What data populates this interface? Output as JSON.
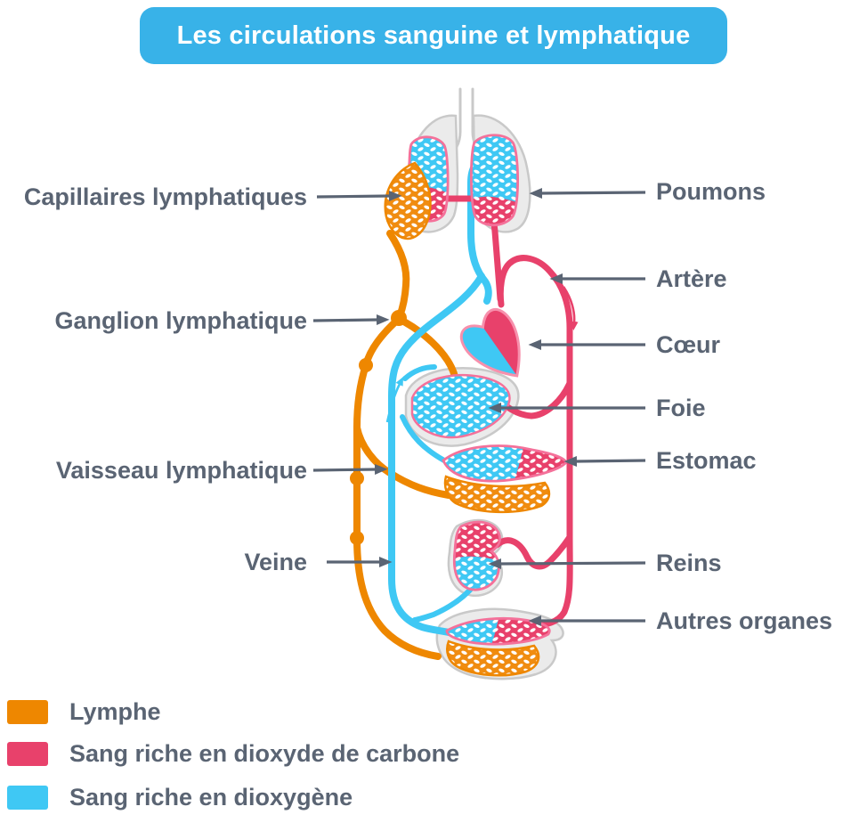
{
  "title": {
    "text": "Les circulations sanguine et lymphatique"
  },
  "figure": {
    "left_labels": [
      {
        "text": "Capillaires lymphatiques"
      },
      {
        "text": "Ganglion lymphatique"
      },
      {
        "text": "Vaisseau lymphatique"
      },
      {
        "text": "Veine"
      }
    ],
    "right_labels": [
      {
        "text": "Poumons"
      },
      {
        "text": "Artère"
      },
      {
        "text": "Cœur"
      },
      {
        "text": "Foie"
      },
      {
        "text": "Estomac"
      },
      {
        "text": "Reins"
      },
      {
        "text": "Autres organes"
      }
    ]
  },
  "legend": {
    "items": [
      {
        "label": "Lymphe",
        "color": "#EE8700"
      },
      {
        "label": "Sang riche en dioxyde de carbone",
        "color": "#E8416B"
      },
      {
        "label": "Sang riche en dioxygène",
        "color": "#3FC8F4"
      }
    ]
  },
  "colors": {
    "banner_bg": "#38B2E8",
    "banner_text": "#FFFFFF",
    "label_text": "#5A6473",
    "arrow": "#5A6473",
    "lymph_orange": "#EE8700",
    "blood_co2_pink": "#E8416B",
    "blood_o2_cyan": "#3FC8F4",
    "capillary_border_pink": "#F4719A",
    "organ_fill_gray": "#EBEBEB",
    "organ_outline_gray": "#C9C9C9"
  }
}
